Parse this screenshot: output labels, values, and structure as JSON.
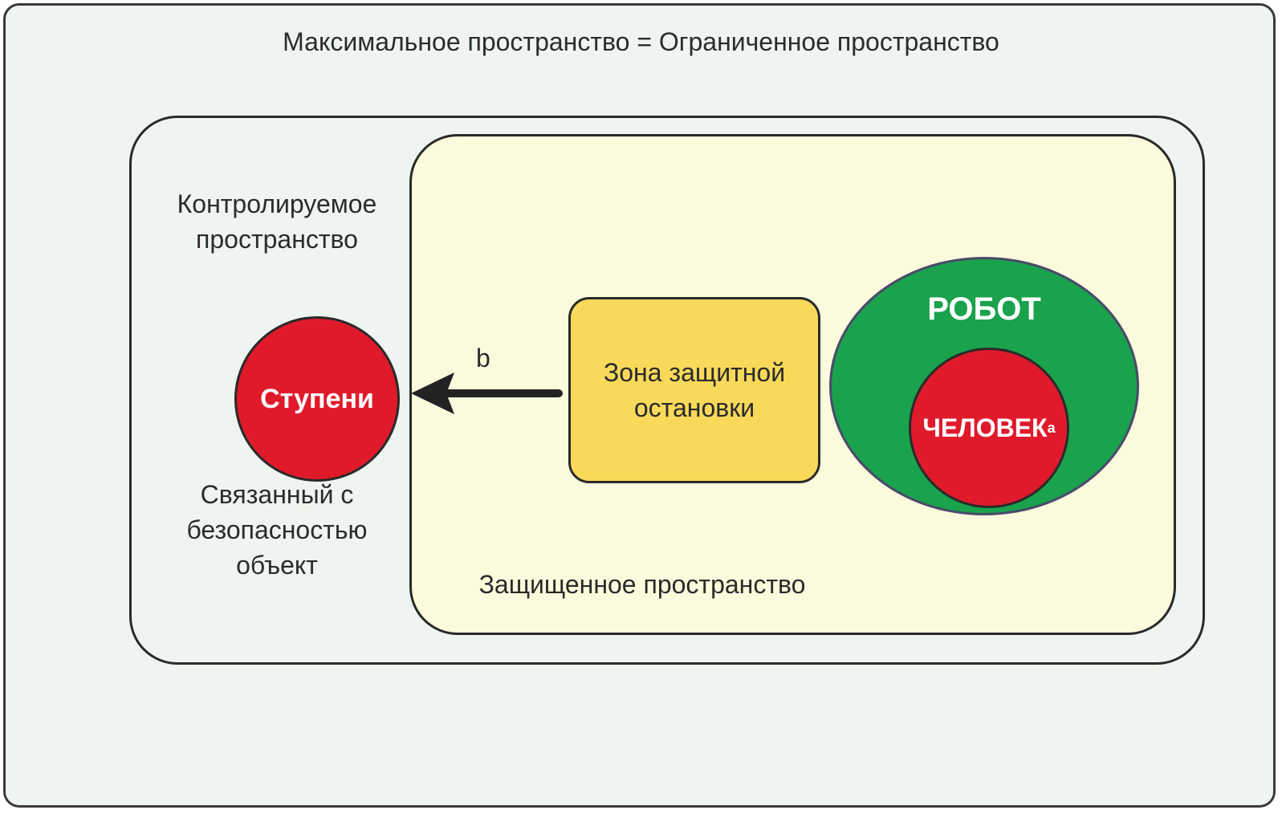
{
  "outer": {
    "title": "Максимальное пространство = Ограниченное пространство"
  },
  "controlled": {
    "line1": "Контролируемое",
    "line2": "пространство"
  },
  "safety_object": {
    "line1": "Связанный с",
    "line2": "безопасностью",
    "line3": "объект"
  },
  "steps": {
    "label": "Ступени"
  },
  "arrow": {
    "label": "b"
  },
  "stop_zone": {
    "line1": "Зона защитной",
    "line2": "остановки"
  },
  "robot": {
    "label": "РОБОТ"
  },
  "human": {
    "label": "ЧЕЛОВЕК",
    "superscript": "a"
  },
  "protected": {
    "label": "Защищенное пространство"
  },
  "colors": {
    "background": "#eef4ef",
    "protected_fill": "#fafbdc",
    "red": "#e01a2b",
    "yellow": "#f8d95a",
    "green": "#1aa24c"
  }
}
